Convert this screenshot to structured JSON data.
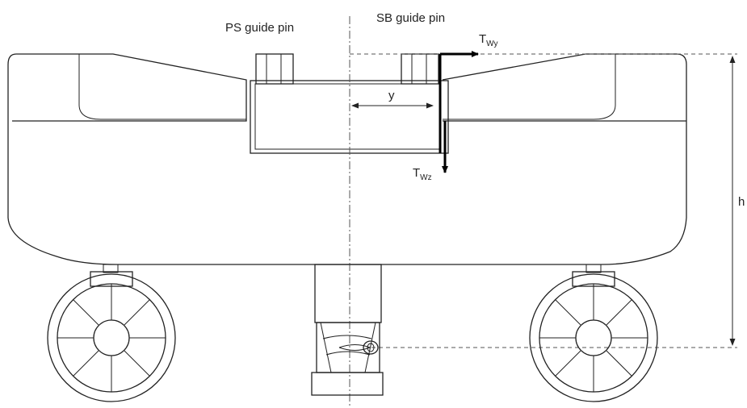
{
  "labels": {
    "ps_guide_pin": "PS guide pin",
    "sb_guide_pin": "SB guide pin",
    "t_wy_main": "T",
    "t_wy_sub": "Wy",
    "t_wz_main": "T",
    "t_wz_sub": "Wz",
    "y_dim": "y",
    "h_dim": "h"
  },
  "colors": {
    "stroke": "#222222",
    "background": "#ffffff"
  }
}
